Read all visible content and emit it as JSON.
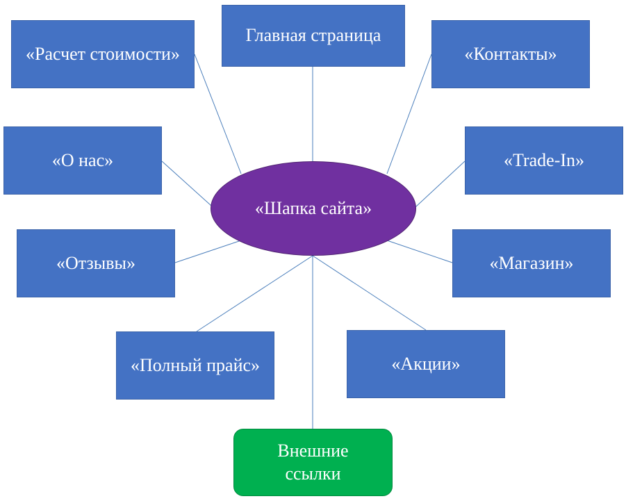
{
  "diagram": {
    "center": {
      "label": "«Шапка сайта»",
      "color": "#7030A0"
    },
    "nodes": {
      "home": "Главная страница",
      "cost": "«Расчет стоимости»",
      "contacts": "«Контакты»",
      "about": "«О нас»",
      "tradein": "«Trade-In»",
      "reviews": "«Отзывы»",
      "shop": "«Магазин»",
      "price": "«Полный прайс»",
      "promo": "«Акции»",
      "external": "Внешние ссылки"
    },
    "colors": {
      "box": "#4472C4",
      "external": "#00B050",
      "line": "#4A7EBB"
    }
  }
}
